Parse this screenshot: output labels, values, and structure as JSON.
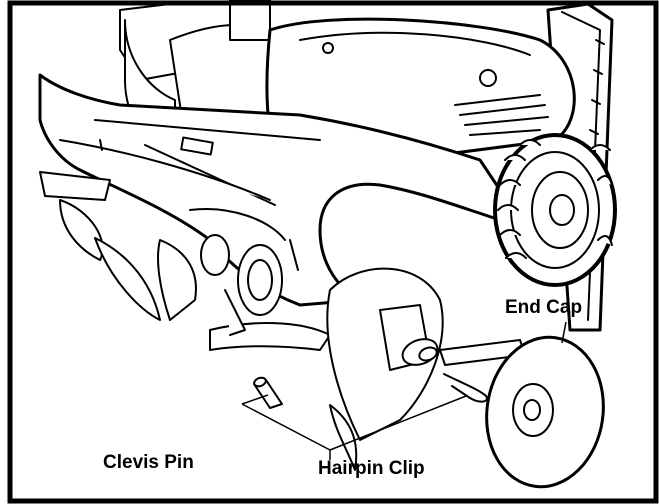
{
  "figure": {
    "kind": "line-art exploded assembly illustration",
    "depicts": "front tine tiller with handle, guard and wheel; end cap, clevis pin and hairpin clip shown detached from tine shaft",
    "border_color": "#000000",
    "background_color": "#ffffff",
    "line_color": "#000000",
    "fill_color": "#ffffff"
  },
  "callouts": {
    "end_cap": "End Cap",
    "clevis_pin": "Clevis Pin",
    "hairpin_clip": "Hairpin Clip"
  }
}
